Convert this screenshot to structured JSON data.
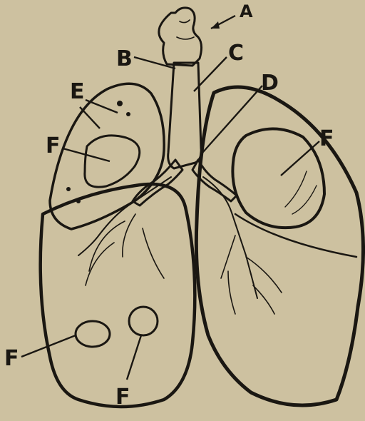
{
  "figure": {
    "colors": {
      "paper": "#cdc1a0",
      "ink": "#1a1712",
      "tissue": "#d4c9aa",
      "cavity": "#ddd3b8"
    },
    "labels": {
      "a": "A",
      "b": "B",
      "c": "C",
      "d": "D",
      "e": "E",
      "f_upper_left": "F",
      "f_upper_right": "F",
      "f_lower_left": "F",
      "f_lower_center": "F"
    }
  }
}
